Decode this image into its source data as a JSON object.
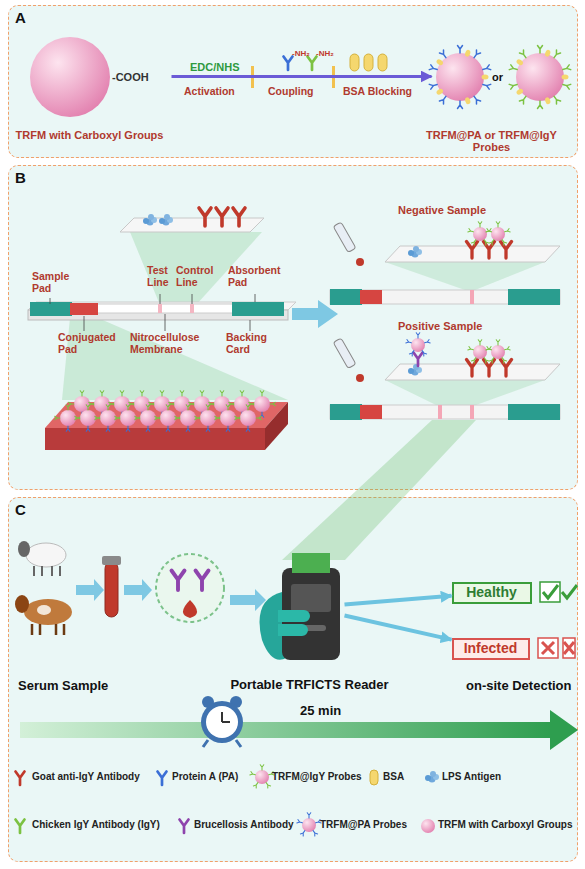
{
  "diagram": {
    "nodes": [
      {
        "text": [
          "A"
        ]
      },
      {
        "text": [
          "TRFM with Carboxyl Groups"
        ],
        "in": 0
      },
      {
        "text": [
          "TRFM@PA or TRFM@IgY Probes"
        ],
        "in": 0
      },
      {
        "text": [
          "B"
        ]
      },
      {
        "text": [
          "C"
        ]
      },
      {
        "text": [
          "Portable TRFICTS Reader"
        ],
        "in": 4
      },
      {
        "text": [
          "Healthy"
        ],
        "in": 4
      },
      {
        "text": [
          "Infected"
        ],
        "in": 4
      }
    ],
    "edges": [
      {
        "from": 1,
        "to": 2,
        "arrow": "to"
      },
      {
        "from": 5,
        "to": 6,
        "arrow": "to"
      },
      {
        "from": 5,
        "to": 7,
        "arrow": "to"
      }
    ],
    "labels": [
      "-COOH",
      "EDC/NHS",
      "-NH₂",
      "-NH₂",
      "Activation",
      "Coupling",
      "BSA Blocking",
      "or",
      "Sample Pad",
      "Test Line",
      "Control Line",
      "Absorbent Pad",
      "Conjugated Pad",
      "Nitrocellulose Membrane",
      "Backing Card",
      "Negative Sample",
      "Positive Sample",
      "Serum Sample",
      "25 min",
      "on-site Detection"
    ],
    "legend": [
      {
        "text": "Goat anti-IgY Antibody"
      },
      {
        "text": "Protein A (PA)"
      },
      {
        "text": "TRFM@IgY Probes"
      },
      {
        "text": "BSA"
      },
      {
        "text": "LPS Antigen"
      },
      {
        "text": "Chicken IgY Antibody (IgY)"
      },
      {
        "text": "Brucellosis Antibody"
      },
      {
        "text": "TRFM@PA Probes"
      },
      {
        "text": "TRFM with Carboxyl Groups"
      }
    ]
  }
}
